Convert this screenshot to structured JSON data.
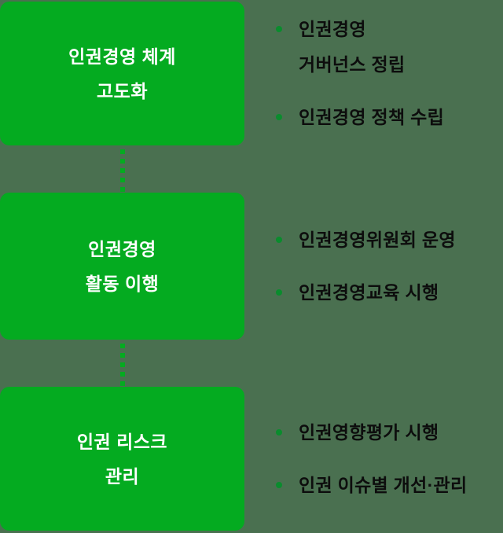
{
  "colors": {
    "bg": "#4A7050",
    "box-green": "#04AB20",
    "connector-green": "#04AB20",
    "bullet-green": "#0A8C2D",
    "box-text": "#FFFFFF",
    "item-text": "#0D0D0D"
  },
  "stages": [
    {
      "box_label": "인권경영 체계\n고도화",
      "items": [
        "인권경영\n거버넌스 정립",
        "인권경영 정책 수립"
      ]
    },
    {
      "box_label": "인권경영\n활동 이행",
      "items": [
        "인권경영위원회 운영",
        "인권경영교육 시행"
      ]
    },
    {
      "box_label": "인권 리스크\n관리",
      "items": [
        "인권영향평가 시행",
        "인권 이슈별 개선·관리"
      ]
    }
  ]
}
